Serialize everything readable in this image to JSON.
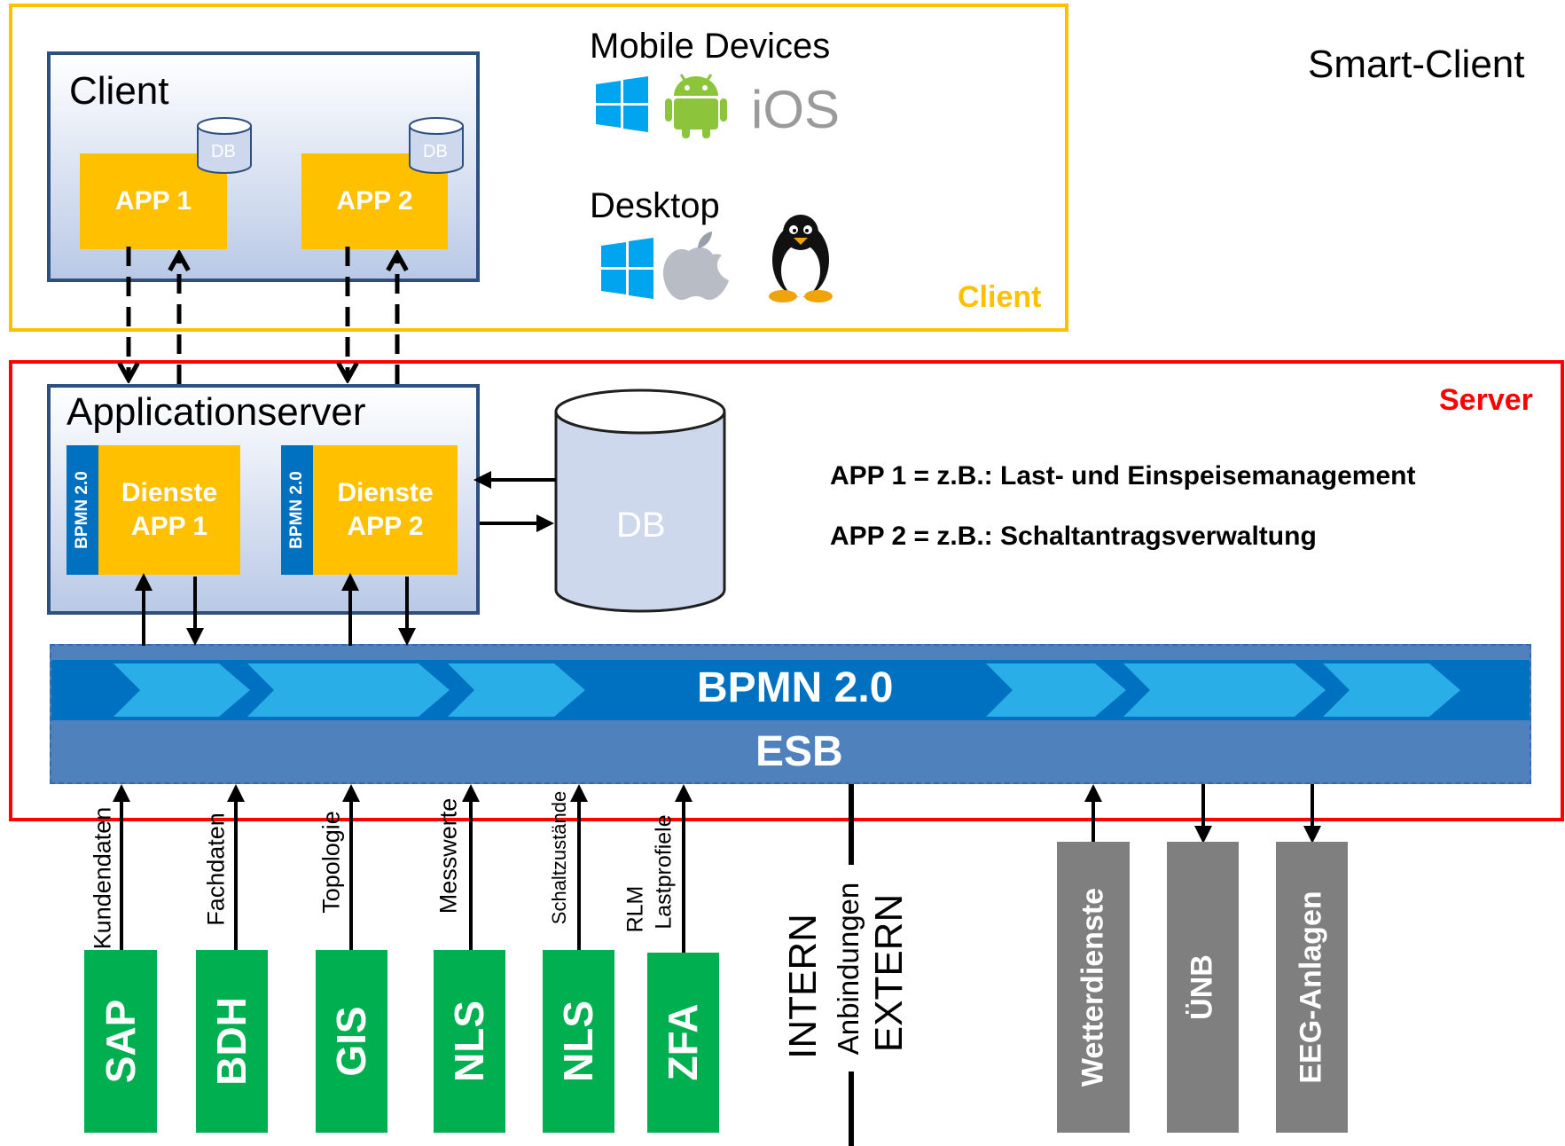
{
  "header": {
    "title": "Smart-Client"
  },
  "client_zone": {
    "label": "Client",
    "client_panel": {
      "title": "Client",
      "apps": [
        {
          "label": "APP 1",
          "db": "DB"
        },
        {
          "label": "APP 2",
          "db": "DB"
        }
      ]
    },
    "mobile": {
      "title": "Mobile Devices",
      "os": [
        "windows",
        "android",
        "iOS"
      ]
    },
    "desktop": {
      "title": "Desktop",
      "os": [
        "windows",
        "apple",
        "linux"
      ]
    }
  },
  "server_zone": {
    "label": "Server",
    "appserver": {
      "title": "Applicationserver",
      "services": [
        {
          "tag": "BPMN 2.0",
          "line1": "Dienste",
          "line2": "APP 1"
        },
        {
          "tag": "BPMN 2.0",
          "line1": "Dienste",
          "line2": "APP 2"
        }
      ]
    },
    "db": "DB",
    "notes": [
      "APP 1 = z.B.: Last- und Einspeisemanagement",
      "APP 2 = z.B.: Schaltantragsverwaltung"
    ],
    "bpmn_bar": "BPMN 2.0",
    "esb_bar": "ESB"
  },
  "internal_systems": [
    {
      "name": "SAP",
      "flow": "Kundendaten"
    },
    {
      "name": "BDH",
      "flow": "Fachdaten"
    },
    {
      "name": "GIS",
      "flow": "Topologie"
    },
    {
      "name": "NLS",
      "flow": "Messwerte"
    },
    {
      "name": "NLS",
      "flow": "Schaltzustände"
    },
    {
      "name": "ZFA",
      "flow_line1": "RLM",
      "flow_line2": "Lastprofiele"
    }
  ],
  "divider": {
    "intern": "INTERN",
    "anbindungen": "Anbindungen",
    "extern": "EXTERN"
  },
  "external_systems": [
    "Wetterdienste",
    "ÜNB",
    "EEG-Anlagen"
  ],
  "colors": {
    "client_frame": "#ffc000",
    "server_frame": "#ff0000",
    "app": "#ffc000",
    "bpmn": "#0070c0",
    "esb": "#4f81bd",
    "internal": "#00b050",
    "external": "#7f7f7f"
  }
}
